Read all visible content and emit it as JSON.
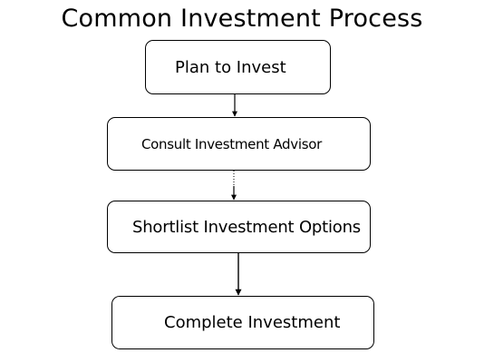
{
  "diagram": {
    "title": "Common Investment Process",
    "steps": [
      {
        "label": "Plan to Invest"
      },
      {
        "label": "Consult Investment Advisor"
      },
      {
        "label": "Shortlist Investment Options"
      },
      {
        "label": "Complete Investment"
      }
    ],
    "colors": {
      "stroke": "#000000",
      "fill": "#ffffff",
      "text": "#000000"
    }
  }
}
